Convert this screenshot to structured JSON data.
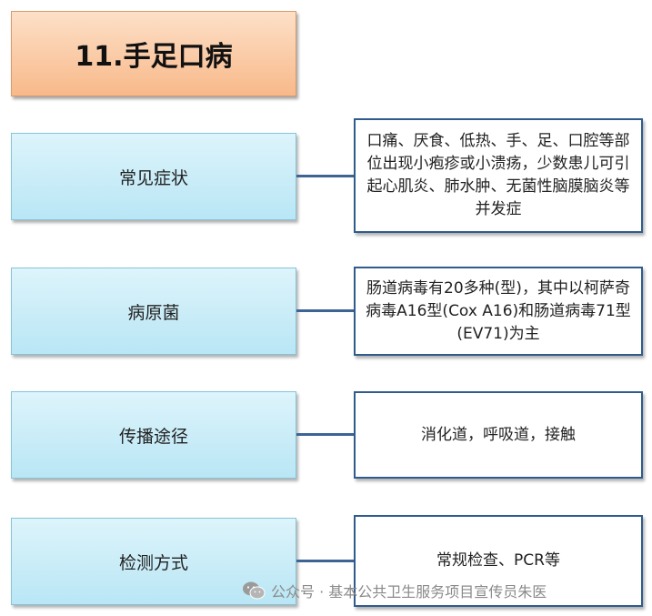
{
  "title": "11.手足口病",
  "rows": [
    {
      "label": "常见症状",
      "detail": "口痛、厌食、低热、手、足、口腔等部位出现小疱疹或小溃疡，少数患儿可引起心肌炎、肺水肿、无菌性脑膜脑炎等并发症"
    },
    {
      "label": "病原菌",
      "detail": "肠道病毒有20多种(型)，其中以柯萨奇病毒A16型(Cox A16)和肠道病毒71型(EV71)为主"
    },
    {
      "label": "传播途径",
      "detail": "消化道，呼吸道，接触"
    },
    {
      "label": "检测方式",
      "detail": "常规检查、PCR等"
    }
  ],
  "watermark": "公众号 · 基本公共卫生服务项目宣传员朱医",
  "colors": {
    "title_fill": "#f8b98a",
    "category_fill": "#b9e6f5",
    "detail_border": "#2f5c8c",
    "connector": "#3d6494"
  },
  "icons": {
    "watermark": "wechat-icon"
  }
}
